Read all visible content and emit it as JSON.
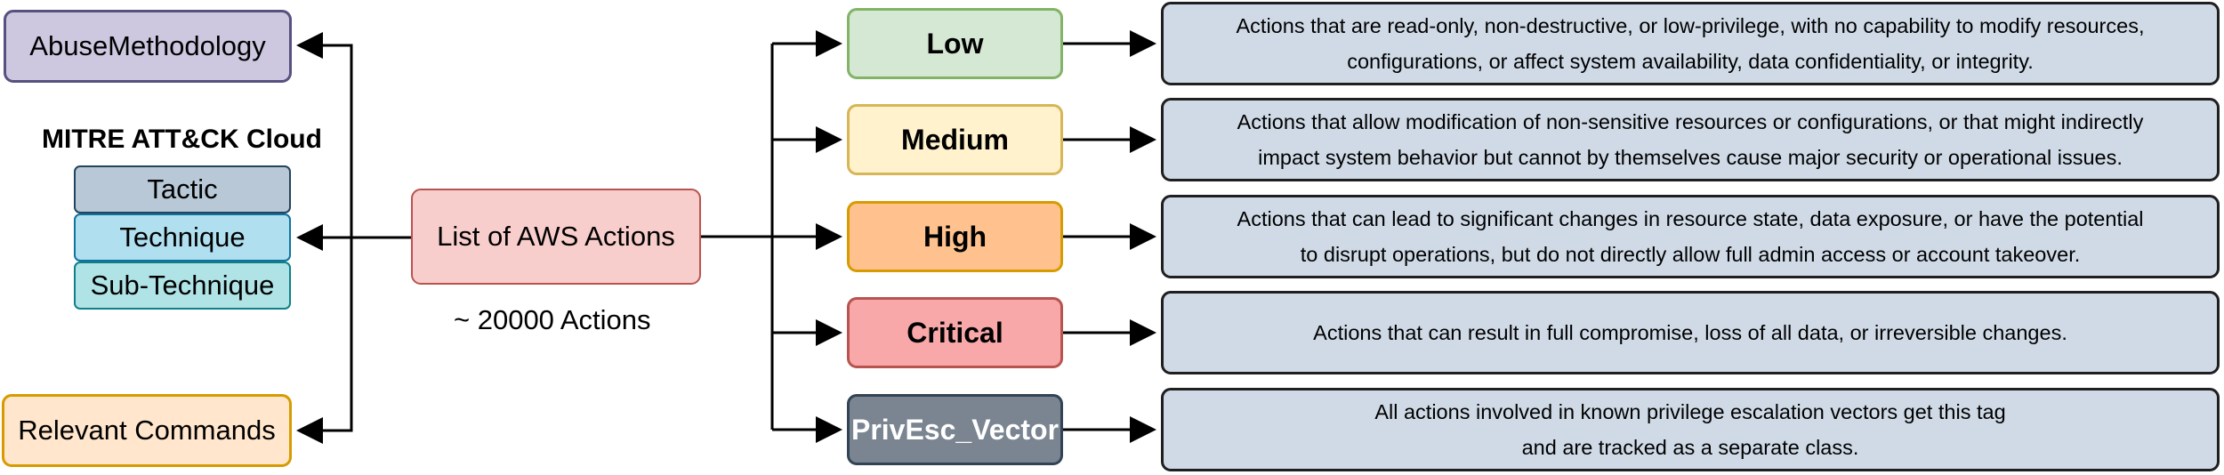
{
  "left": {
    "abuse": {
      "label": "AbuseMethodology",
      "fill": "#cdc8e0",
      "stroke": "#56517e"
    },
    "mitre_title": "MITRE ATT&CK Cloud",
    "tactic": {
      "label": "Tactic",
      "fill": "#b8c8d6",
      "stroke": "#23445d"
    },
    "technique": {
      "label": "Technique",
      "fill": "#b0dff0",
      "stroke": "#10739e"
    },
    "subtechnique": {
      "label": "Sub-Technique",
      "fill": "#b0e3e6",
      "stroke": "#0e8088"
    },
    "commands": {
      "label": "Relevant Commands",
      "fill": "#ffe6cc",
      "stroke": "#d79b00"
    }
  },
  "center": {
    "label": "List of AWS Actions",
    "caption": "~ 20000 Actions",
    "fill": "#f8cecc",
    "stroke": "#b85450"
  },
  "severity": [
    {
      "label": "Low",
      "fill": "#d5e8d4",
      "stroke": "#82b366",
      "text_color": "#000000",
      "description": [
        "Actions that are read-only, non-destructive, or low-privilege, with no capability to modify resources,",
        "configurations, or affect system availability, data confidentiality, or integrity."
      ]
    },
    {
      "label": "Medium",
      "fill": "#fff2cc",
      "stroke": "#d6b656",
      "text_color": "#000000",
      "description": [
        "Actions that allow modification of non-sensitive resources or configurations, or that might indirectly",
        "impact system behavior but cannot by themselves cause major security or operational issues."
      ]
    },
    {
      "label": "High",
      "fill": "#ffc28e",
      "stroke": "#d79b00",
      "text_color": "#000000",
      "description": [
        "Actions that can lead to significant changes in resource state, data exposure, or have the potential",
        "to disrupt operations, but do not directly allow full admin access or account takeover."
      ]
    },
    {
      "label": "Critical",
      "fill": "#f8a8a8",
      "stroke": "#b85450",
      "text_color": "#000000",
      "description": [
        "Actions that can result in full compromise, loss of all data, or irreversible changes."
      ]
    },
    {
      "label": "PrivEsc_Vector",
      "fill": "#7a8591",
      "stroke": "#314354",
      "text_color": "#ffffff",
      "description": [
        "All actions involved in known privilege escalation vectors get this tag",
        "and are tracked as a separate class."
      ]
    }
  ],
  "description_fill": "#cfdae6",
  "line_color": "#000000"
}
